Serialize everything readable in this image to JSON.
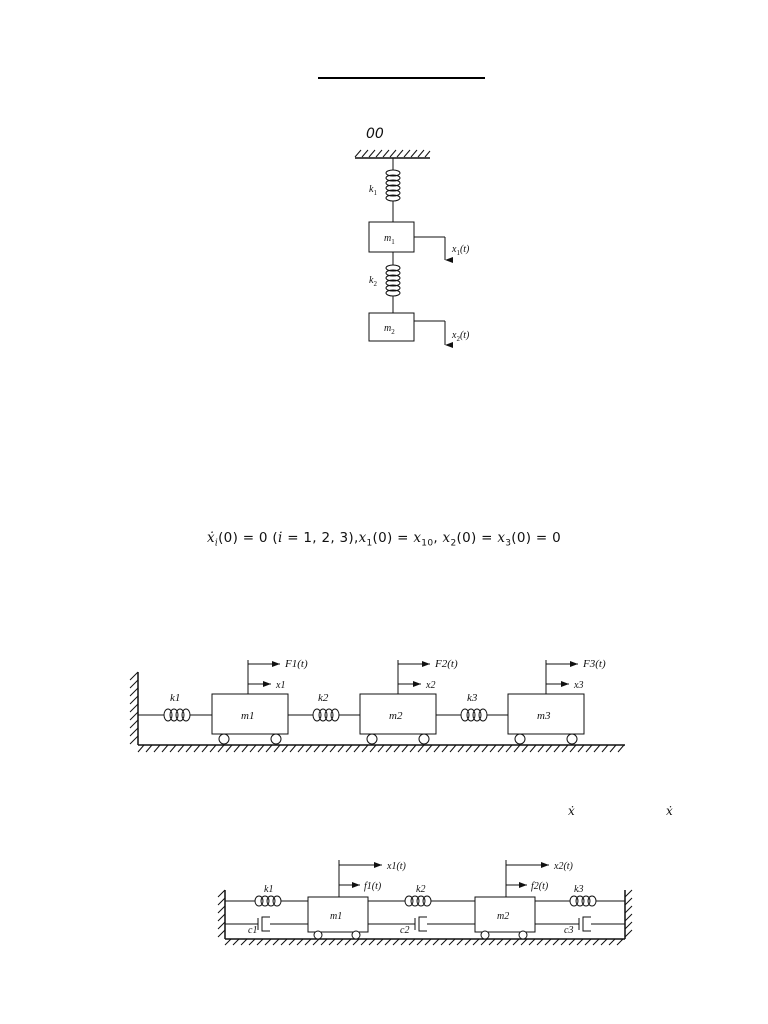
{
  "figure1": {
    "label": "00",
    "spring_top": "k",
    "spring_top_sub": "1",
    "mass_top": "m",
    "mass_top_sub": "1",
    "disp_top": "x",
    "disp_top_sub": "1",
    "disp_top_arg": "(t)",
    "spring_mid": "k",
    "spring_mid_sub": "2",
    "mass_bottom": "m",
    "mass_bottom_sub": "2",
    "disp_bottom": "x",
    "disp_bottom_sub": "2",
    "disp_bottom_arg": "(t)"
  },
  "equation": {
    "dot_x": "ẋ",
    "i": "i",
    "part1": "(0) = 0 (",
    "part2": " = 1, 2, 3),",
    "x": "x",
    "s1": "1",
    "part3": "(0) = ",
    "s10": "10",
    "s2": "2",
    "part4": "(0)  =  ",
    "s3": "3",
    "part5": "(0) = 0"
  },
  "figure2": {
    "k1": "k1",
    "k2": "k2",
    "k3": "k3",
    "m1": "m1",
    "m2": "m2",
    "m3": "m3",
    "F1": "F1(t)",
    "F2": "F2(t)",
    "F3": "F3(t)",
    "x1": "x1",
    "x2": "x2",
    "x3": "x3"
  },
  "stray_marks": [
    "ẋ",
    "ẋ"
  ],
  "figure3": {
    "k1": "k1",
    "k2": "k2",
    "k3": "k3",
    "c1": "c1",
    "c2": "c2",
    "c3": "c3",
    "m1": "m1",
    "m2": "m2",
    "x1": "x1(t)",
    "x2": "x2(t)",
    "f1": "f1(t)",
    "f2": "f2(t)"
  }
}
